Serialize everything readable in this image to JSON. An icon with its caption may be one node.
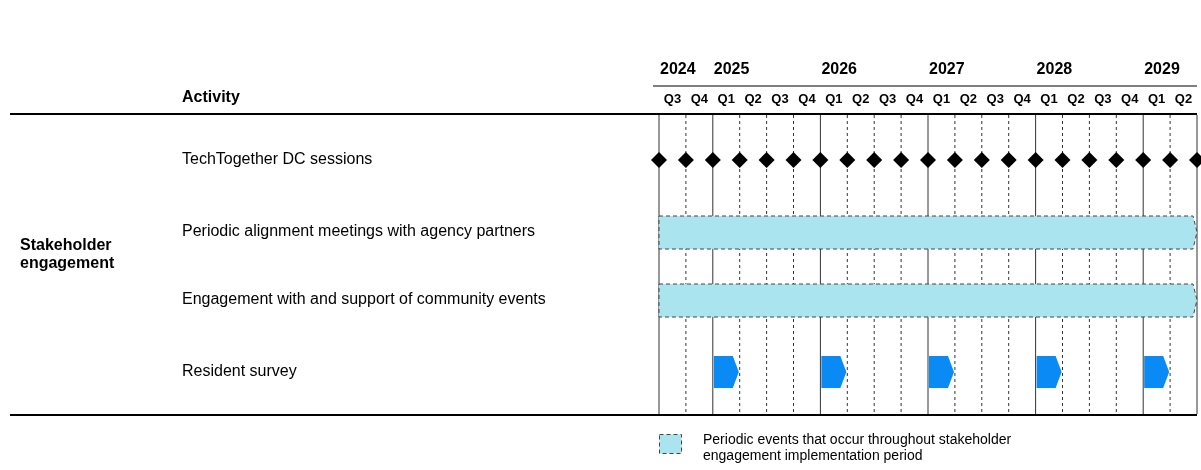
{
  "diagram": {
    "nodes": [
      {
        "text": [],
        "shape": "bar"
      },
      {
        "text": [],
        "shape": "bar"
      }
    ],
    "labels": [
      "2024",
      "2025",
      "2026",
      "2027",
      "2028",
      "2029",
      "Activity",
      "Q3",
      "Q4",
      "Q1",
      "Q2",
      "Q3",
      "Q4",
      "Q1",
      "Q2",
      "Q3",
      "Q4",
      "Q1",
      "Q2",
      "Q3",
      "Q4",
      "Q1",
      "Q2",
      "Q3",
      "Q4",
      "Q1",
      "Q2",
      "TechTogether DC sessions",
      "Periodic alignment meetings with agency partners",
      "Stakeholder engagement",
      "Engagement with and support of community events",
      "Resident survey"
    ],
    "legend": [
      {
        "text": "Periodic events that occur throughout stakeholder engagement implementation period",
        "color": "#a9e4ef"
      }
    ]
  }
}
